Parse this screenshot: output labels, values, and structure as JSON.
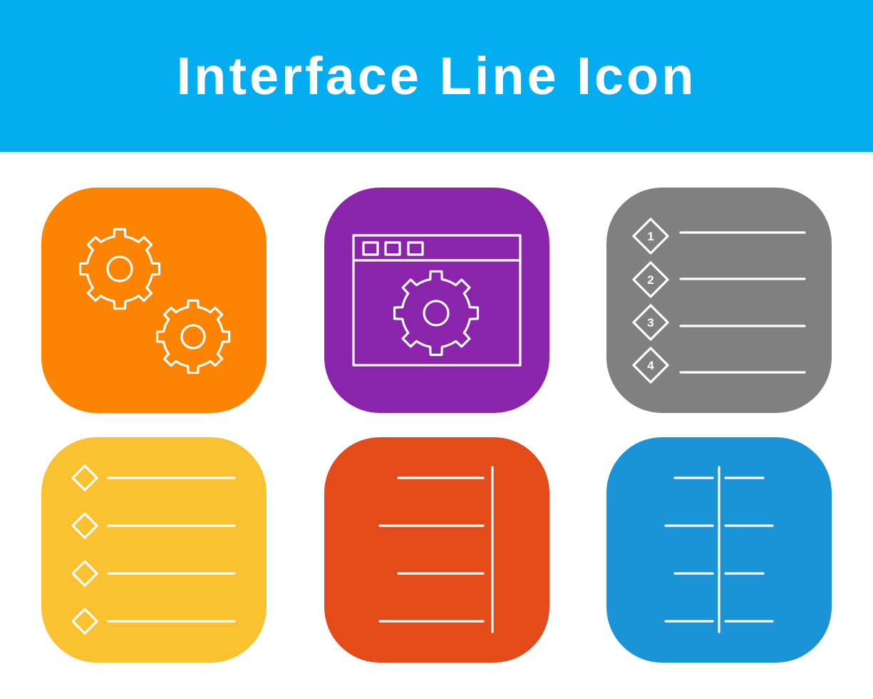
{
  "banner": {
    "title": "Interface Line Icon",
    "color": "#04adef"
  },
  "icons": [
    {
      "id": "gears",
      "icon": "settings-gears-icon",
      "color": "#fd8402"
    },
    {
      "id": "browser-settings",
      "icon": "browser-gear-icon",
      "color": "#8a25ab"
    },
    {
      "id": "numbered-list",
      "icon": "numbered-list-icon",
      "color": "#808080",
      "numbers": [
        "1",
        "2",
        "3",
        "4"
      ]
    },
    {
      "id": "bullet-list",
      "icon": "bullet-list-icon",
      "color": "#fac131"
    },
    {
      "id": "align-right",
      "icon": "align-right-icon",
      "color": "#e44b1a"
    },
    {
      "id": "align-center",
      "icon": "align-center-icon",
      "color": "#1a94d6"
    }
  ]
}
